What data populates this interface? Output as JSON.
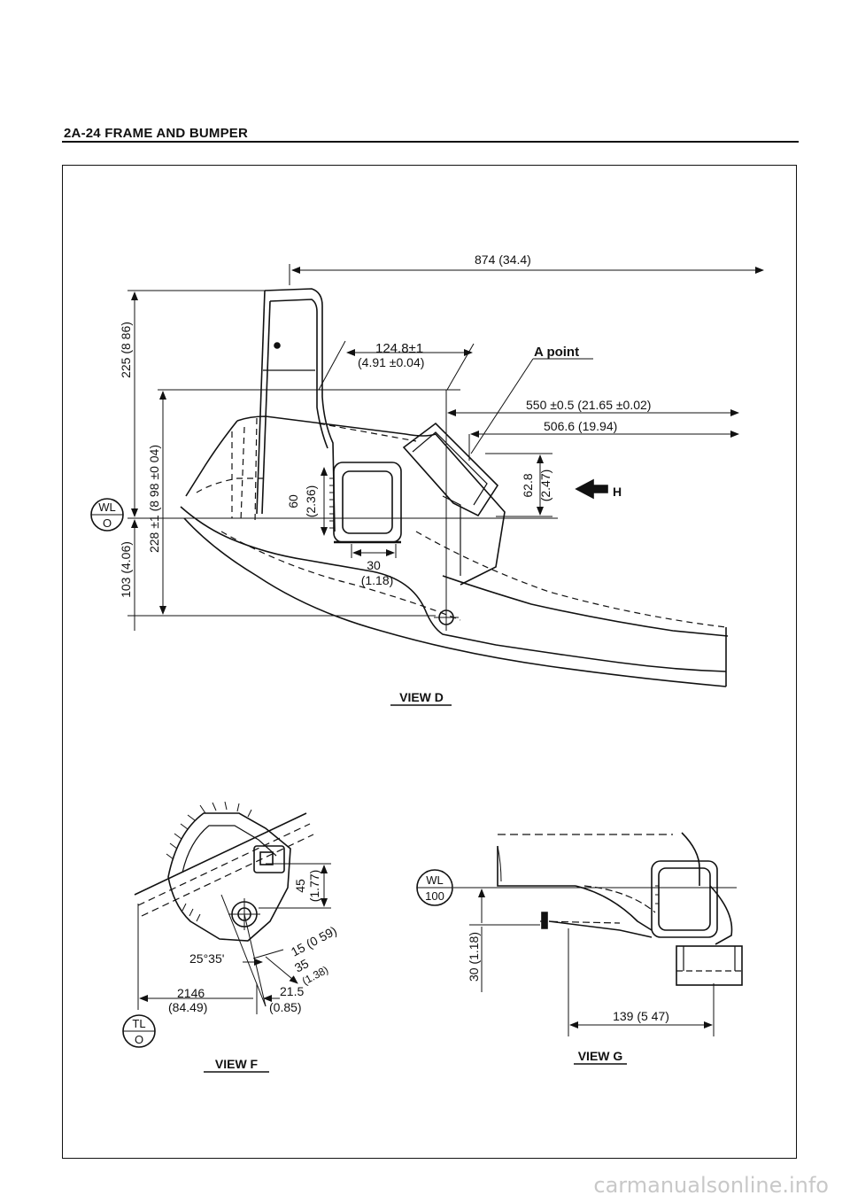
{
  "header": {
    "title": "2A-24 FRAME AND BUMPER"
  },
  "view_d": {
    "label": "VIEW D",
    "dim_874": "874 (34.4)",
    "dim_124": "124.8±1",
    "dim_124_in": "(4.91 ±0.04)",
    "a_point": "A point",
    "dim_550": "550 ±0.5 (21.65 ±0.02)",
    "dim_506": "506.6 (19.94)",
    "dim_225": "225 (8 86)",
    "dim_228": "228 ±1 (8 98 ±0 04)",
    "dim_103": "103 (4.06)",
    "dim_60": "60",
    "dim_60_in": "(2.36)",
    "dim_30": "30",
    "dim_30_in": "(1.18)",
    "dim_62": "62.8",
    "dim_62_in": "(2.47)",
    "arrow_h": "H",
    "wl_top": "WL",
    "wl_bottom": "O"
  },
  "view_f": {
    "label": "VIEW F",
    "angle": "25°35'",
    "dim_45": "45",
    "dim_45_in": "(1.77)",
    "dim_15": "15 (0 59)",
    "dim_35": "35",
    "dim_35_in": "(1.38)",
    "dim_2146": "2146",
    "dim_2146_in": "(84.49)",
    "dim_21": "21.5",
    "dim_21_in": "(0.85)",
    "tl_top": "TL",
    "tl_bottom": "O"
  },
  "view_g": {
    "label": "VIEW G",
    "wl_top": "WL",
    "wl_bottom": "100",
    "dim_30": "30 (1.18)",
    "dim_139": "139 (5 47)"
  },
  "watermark": "carmanualsonline.info"
}
